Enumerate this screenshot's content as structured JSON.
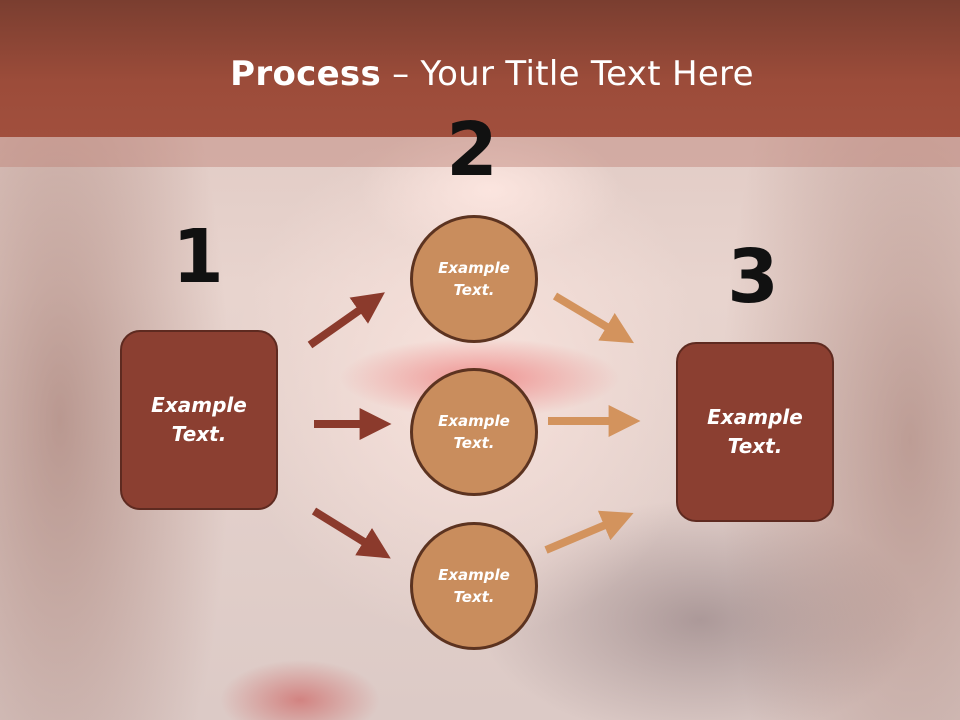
{
  "title": {
    "bold": "Process",
    "rest": " – Your Title Text Here"
  },
  "steps": {
    "one": "1",
    "two": "2",
    "three": "3"
  },
  "left_box": {
    "text": "Example Text."
  },
  "right_box": {
    "text": "Example Text."
  },
  "circles": [
    {
      "text": "Example Text."
    },
    {
      "text": "Example Text."
    },
    {
      "text": "Example Text."
    }
  ],
  "colors": {
    "dark_arrow": "#8b3a2c",
    "light_arrow": "#d3935d",
    "box_fill": "#8b3f31",
    "circle_fill": "#c98d5d"
  }
}
